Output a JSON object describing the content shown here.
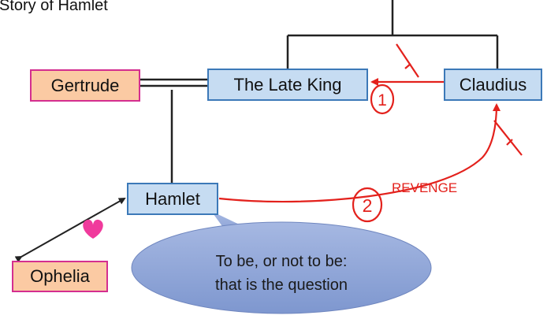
{
  "title": "Story of Hamlet",
  "characters": {
    "gertrude": "Gertrude",
    "late_king": "The Late King",
    "claudius": "Claudius",
    "hamlet": "Hamlet",
    "ophelia": "Ophelia"
  },
  "speech": {
    "line1": "To be, or not to be:",
    "line2": "that is the question"
  },
  "annotations": {
    "step1": "1",
    "step2": "2",
    "revenge": "REVENGE"
  },
  "colors": {
    "box_blue_fill": "#c6dcf2",
    "box_blue_border": "#3c79b8",
    "box_pink_fill": "#fbcaa3",
    "box_pink_border": "#d42e8f",
    "annotation_red": "#e3211c",
    "heart": "#f03a9c",
    "speech_bubble": "#8fa6d6"
  }
}
